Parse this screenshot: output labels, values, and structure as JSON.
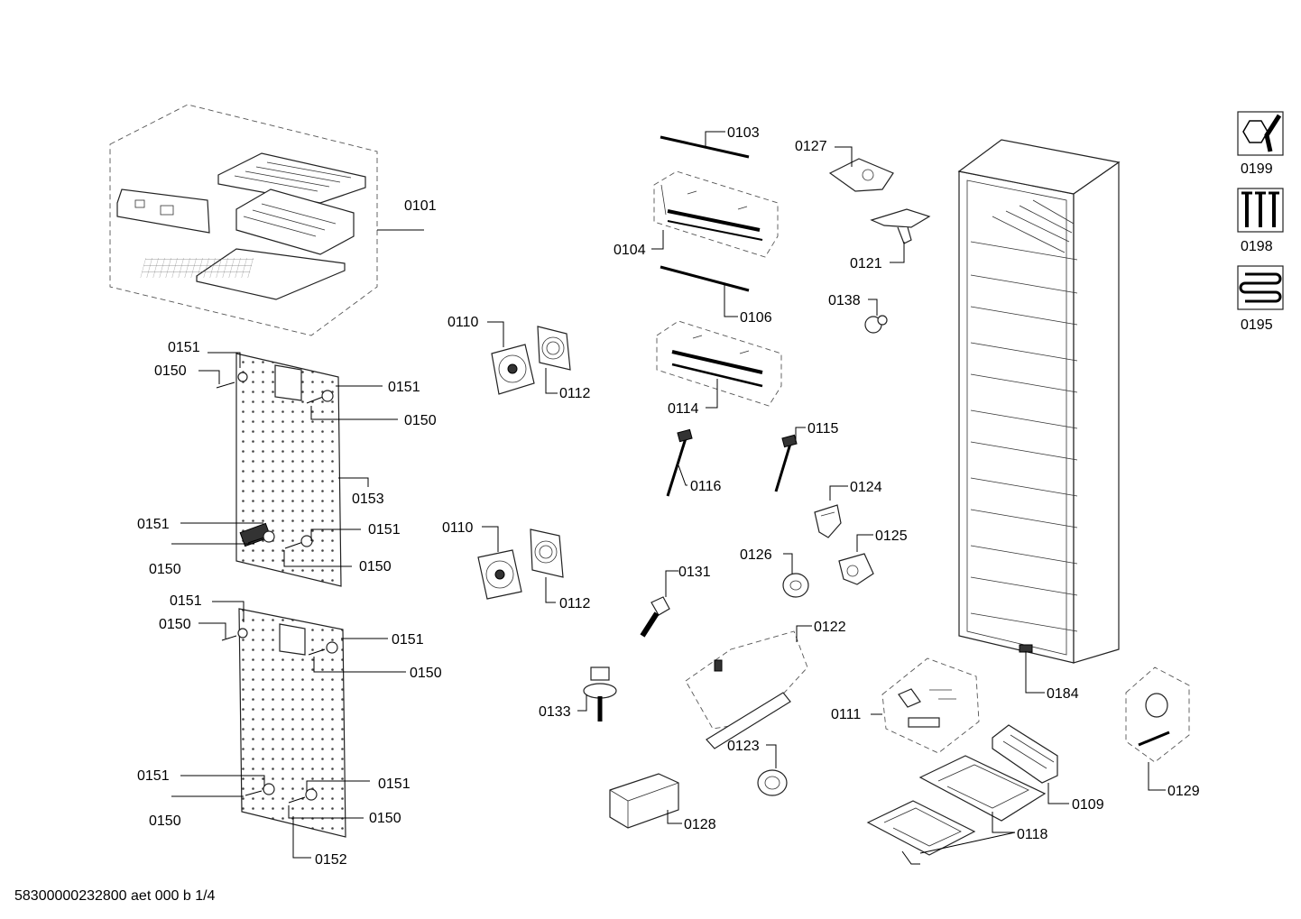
{
  "document_number": "58300000232800 aet 000 b 1/4",
  "labels": {
    "p0101": "0101",
    "p0103": "0103",
    "p0104": "0104",
    "p0106": "0106",
    "p0109": "0109",
    "p0110a": "0110",
    "p0110b": "0110",
    "p0111": "0111",
    "p0112a": "0112",
    "p0112b": "0112",
    "p0114": "0114",
    "p0115": "0115",
    "p0116": "0116",
    "p0118": "0118",
    "p0121": "0121",
    "p0122": "0122",
    "p0123": "0123",
    "p0124": "0124",
    "p0125": "0125",
    "p0126": "0126",
    "p0127": "0127",
    "p0128": "0128",
    "p0129": "0129",
    "p0131": "0131",
    "p0133": "0133",
    "p0138": "0138",
    "p0184": "0184",
    "p0195": "0195",
    "p0198": "0198",
    "p0199": "0199",
    "p0150_1": "0150",
    "p0150_2": "0150",
    "p0150_3": "0150",
    "p0150_4": "0150",
    "p0150_5": "0150",
    "p0150_6": "0150",
    "p0150_7": "0150",
    "p0150_8": "0150",
    "p0151_1": "0151",
    "p0151_2": "0151",
    "p0151_3": "0151",
    "p0151_4": "0151",
    "p0151_5": "0151",
    "p0151_6": "0151",
    "p0151_7": "0151",
    "p0151_8": "0151",
    "p0152": "0152",
    "p0153": "0153"
  },
  "icons": {
    "tools": "wrench-nut-icon",
    "screws": "screws-icon",
    "heater": "heating-element-icon"
  }
}
